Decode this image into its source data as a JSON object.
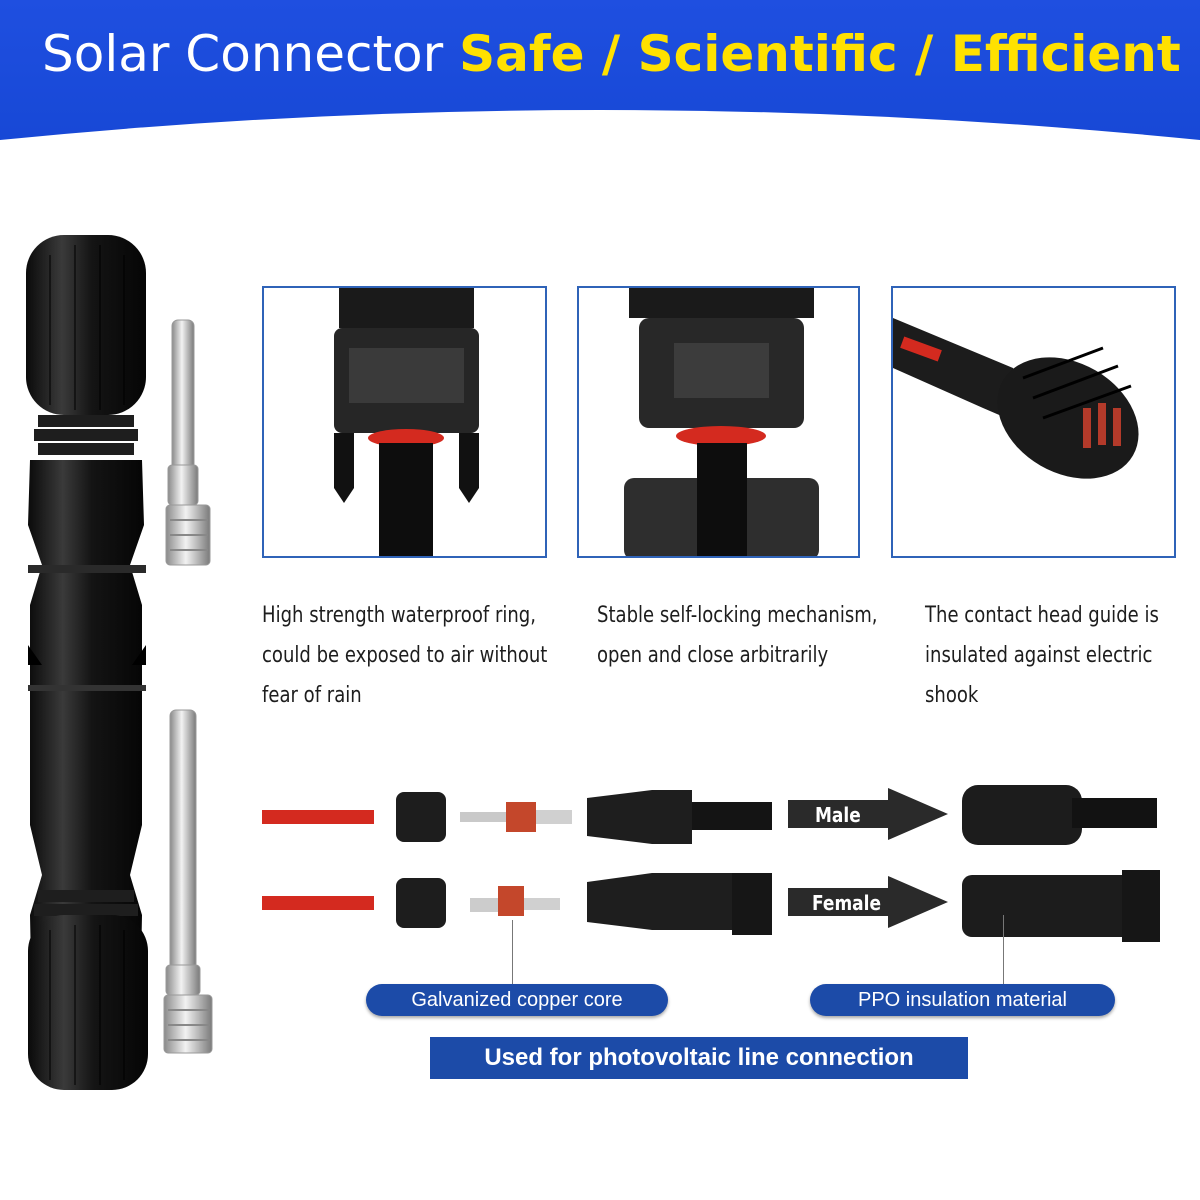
{
  "banner": {
    "title_plain": "Solar Connector ",
    "title_highlight": "Safe / Scientific / Efficient"
  },
  "features": [
    {
      "name": "waterproof-ring",
      "text": "High strength waterproof ring, could be exposed to air without fear of rain"
    },
    {
      "name": "self-locking",
      "text": "Stable self-locking mechanism, open and close arbitrarily"
    },
    {
      "name": "contact-head",
      "text": "The contact head guide is insulated against electric shook"
    }
  ],
  "assembly": {
    "male_label": "Male",
    "female_label": "Female",
    "copper_core_label": "Galvanized copper core",
    "ppo_label": "PPO insulation material",
    "usage_label": "Used for photovoltaic line connection"
  },
  "colors": {
    "banner_blue": "#1748d6",
    "highlight_yellow": "#ffe100",
    "label_blue": "#1c4ba8",
    "seal_red": "#d42a1f",
    "frame_blue": "#2f63b8"
  }
}
